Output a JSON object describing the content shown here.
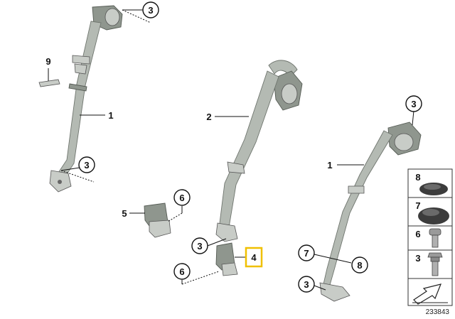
{
  "callouts": {
    "c3_top": "3",
    "c9": "9",
    "c1_left": "1",
    "c3_left_bottom": "3",
    "c2": "2",
    "c5": "5",
    "c6_left": "6",
    "c3_mid": "3",
    "c4": "4",
    "c6_bottom": "6",
    "c3_right_top": "3",
    "c1_right": "1",
    "c7": "7",
    "c8": "8",
    "c3_right_bottom": "3"
  },
  "legend": {
    "items": [
      "8",
      "7",
      "6",
      "3"
    ]
  },
  "reference_number": "233843",
  "colors": {
    "highlight": "#f0c000",
    "belt": "#b4bab3"
  }
}
